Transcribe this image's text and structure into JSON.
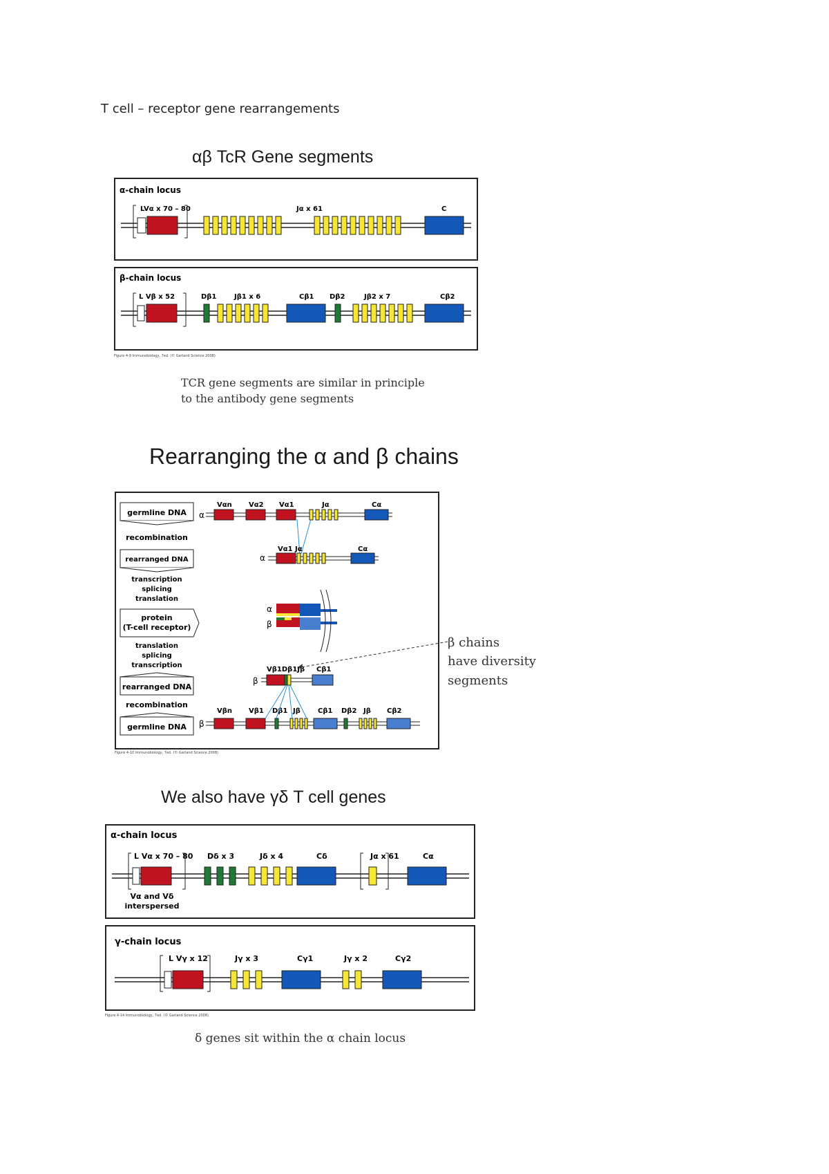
{
  "page": {
    "title": "T cell – receptor gene rearrangements"
  },
  "colors": {
    "v_segment": "#c1121f",
    "j_segment": "#f7e733",
    "c_segment": "#1357b8",
    "d_segment": "#1e7a34",
    "c_light": "#4a7fd0"
  },
  "section1": {
    "heading": "αβ TcR Gene segments",
    "alpha_panel": {
      "title": "α-chain locus",
      "v_label": "LVα x 70 – 80",
      "j_label": "Jα x 61",
      "c_label": "C"
    },
    "beta_panel": {
      "title": "β-chain locus",
      "v_label": "L  Vβ x 52",
      "d1_label": "Dβ1",
      "j1_label": "Jβ1 x 6",
      "c1_label": "Cβ1",
      "d2_label": "Dβ2",
      "j2_label": "Jβ2 x 7",
      "c2_label": "Cβ2"
    },
    "figure_credit": "Figure 4-9 Immunobiology, 7ed. (© Garland Science 2008)",
    "caption_line1": "TCR gene segments are similar in principle",
    "caption_line2": "to the antibody gene segments"
  },
  "section2": {
    "heading": "Rearranging the α and β chains",
    "steps": {
      "germline_top": "germline DNA",
      "recombination_top": "recombination",
      "rearranged_top": "rearranged DNA",
      "transcription_top": "transcription",
      "splicing_top": "splicing",
      "translation_top": "translation",
      "protein": "protein",
      "protein_sub": "(T-cell receptor)",
      "translation_bottom": "translation",
      "splicing_bottom": "splicing",
      "transcription_bottom": "transcription",
      "rearranged_bottom": "rearranged DNA",
      "recombination_bottom": "recombination",
      "germline_bottom": "germline DNA"
    },
    "labels": {
      "alpha": "α",
      "beta": "β",
      "v_an": "Vαn",
      "v_a2": "Vα2",
      "v_a1": "Vα1",
      "j_a": "Jα",
      "c_a": "Cα",
      "v_a1_j_a": "Vα1 Jα",
      "v_b1_d_b1_j_b": "Vβ1Dβ1Jβ",
      "c_b1": "Cβ1",
      "v_bn": "Vβn",
      "v_b1": "Vβ1",
      "d_b1": "Dβ1",
      "j_b": "Jβ",
      "d_b2": "Dβ2",
      "c_b2": "Cβ2"
    },
    "figure_credit": "Figure 4-10 Immunobiology, 7ed. (© Garland Science 2008)",
    "annotation_line1": "β chains",
    "annotation_line2": "have diversity",
    "annotation_line3": "segments"
  },
  "section3": {
    "heading": "We also have γδ T cell genes",
    "alpha_panel": {
      "title": "α-chain locus",
      "v_label": "L Vα x 70 – 80",
      "d_label": "Dδ x 3",
      "j_label": "Jδ x 4",
      "c_delta_label": "Cδ",
      "ja_label": "Jα x 61",
      "c_alpha_label": "Cα",
      "note_line1": "Vα and Vδ",
      "note_line2": "interspersed"
    },
    "gamma_panel": {
      "title": "γ-chain locus",
      "v_label": "L  Vγ x 12",
      "j1_label": "Jγ x 3",
      "c1_label": "Cγ1",
      "j2_label": "Jγ x 2",
      "c2_label": "Cγ2"
    },
    "figure_credit": "Figure 4-14 Immunobiology, 7ed. (© Garland Science 2008)",
    "caption": "δ genes sit within the α chain locus"
  }
}
